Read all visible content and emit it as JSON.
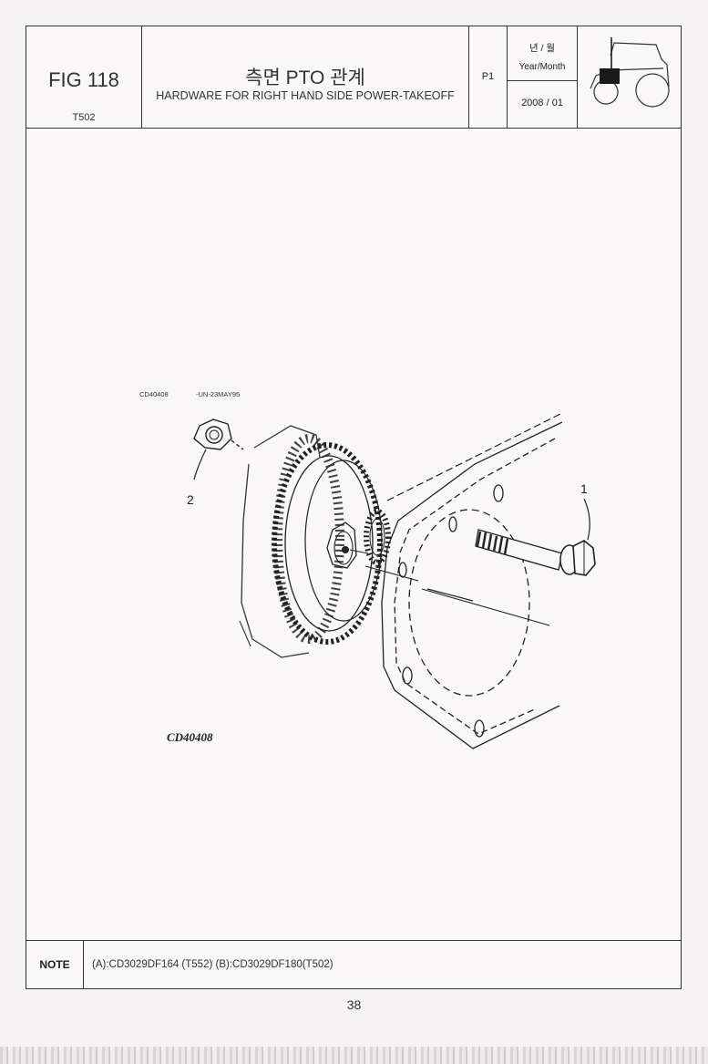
{
  "header": {
    "figure_label": "FIG 118",
    "model_code": "T502",
    "title_korean": "측면 PTO 관계",
    "title_english": "HARDWARE FOR RIGHT HAND SIDE POWER-TAKEOFF",
    "page_label": "P1",
    "year_month_korean": "년 / 월",
    "year_month_english": "Year/Month",
    "date": "2008 / 01"
  },
  "diagram": {
    "ref_code": "CD40408",
    "ref_date": "-UN-23MAY95",
    "callouts": [
      "1",
      "2"
    ],
    "caption": "CD40408"
  },
  "note": {
    "label": "NOTE",
    "text": "(A):CD3029DF164 (T552)  (B):CD3029DF180(T502)"
  },
  "page_number": "38",
  "icons": [
    "tractor-icon",
    "hex-nut-icon",
    "gear-icon",
    "cap-screw-icon"
  ]
}
